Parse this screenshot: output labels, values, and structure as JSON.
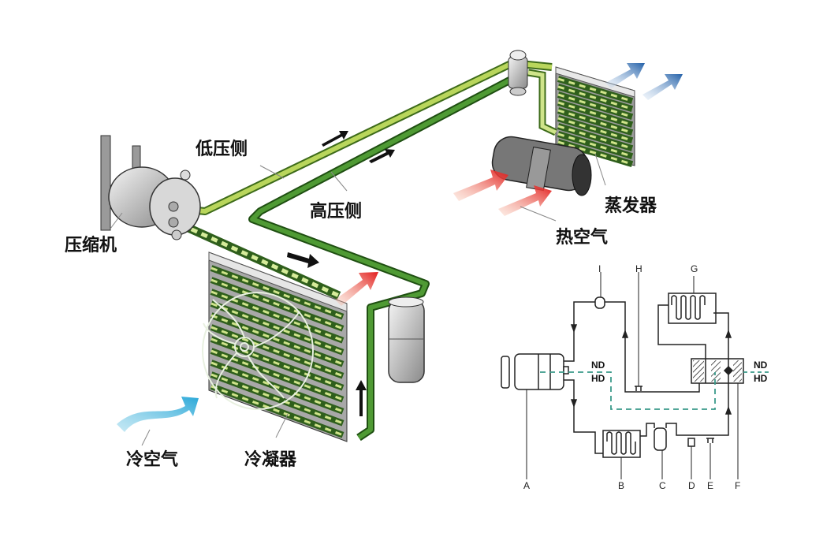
{
  "labels": {
    "low_side": "低压侧",
    "high_side": "高压侧",
    "compressor": "压缩机",
    "evaporator": "蒸发器",
    "hot_air": "热空气",
    "cold_air": "冷空气",
    "condenser": "冷凝器"
  },
  "schematic": {
    "letters": [
      "A",
      "B",
      "C",
      "D",
      "E",
      "F",
      "G",
      "H",
      "I"
    ],
    "nd": "ND",
    "hd": "HD"
  },
  "colors": {
    "low_pipe": "#a6c84a",
    "high_pipe": "#3f8a2c",
    "hot_arrow": "#e8302a",
    "cold_arrow": "#3ab0d8",
    "out_arrow": "#2f6fb5",
    "dashed_line": "#3a9a8a"
  }
}
